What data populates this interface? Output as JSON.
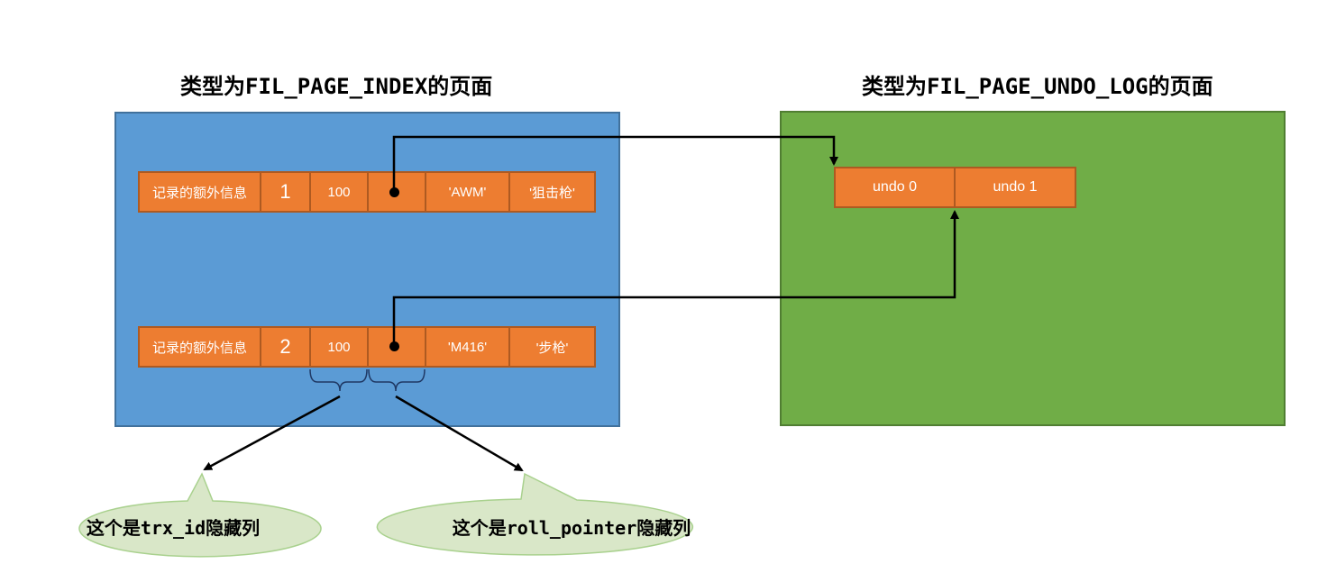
{
  "index_page": {
    "title": "类型为FIL_PAGE_INDEX的页面",
    "records": [
      {
        "extra_info": "记录的额外信息",
        "id": "1",
        "trx_id": "100",
        "col1": "'AWM'",
        "col2": "'狙击枪'"
      },
      {
        "extra_info": "记录的额外信息",
        "id": "2",
        "trx_id": "100",
        "col1": "'M416'",
        "col2": "'步枪'"
      }
    ]
  },
  "undo_page": {
    "title": "类型为FIL_PAGE_UNDO_LOG的页面",
    "entries": [
      "undo 0",
      "undo 1"
    ]
  },
  "callouts": {
    "trx_id": "这个是trx_id隐藏列",
    "roll_pointer": "这个是roll_pointer隐藏列"
  },
  "colors": {
    "index_page_fill": "#5b9bd5",
    "undo_page_fill": "#70ad47",
    "cell_fill": "#ed7d31",
    "callout_fill": "#d9e7c8"
  }
}
